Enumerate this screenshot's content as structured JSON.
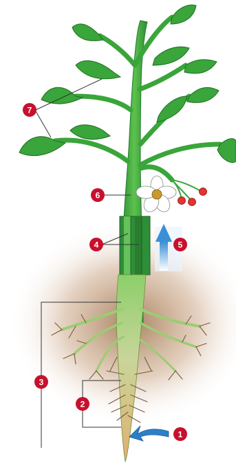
{
  "colors": {
    "leaf": "#3aa53a",
    "leaf_dark": "#1f6f24",
    "stem": "#4fb848",
    "stem_dark": "#1e7a2d",
    "root": "#a9d18e",
    "root_hair": "#5a3a1e",
    "soil_glow": "#9b6a3d",
    "marker": "#c8102e",
    "leader": "#333333",
    "arrow_blue": "#3a8fd6",
    "arrow_light": "#bfe2ff",
    "flower_petal": "#ffffff",
    "flower_center": "#c89a2e",
    "berry": "#e3342f"
  },
  "markers": [
    {
      "id": "marker-1",
      "label": "1"
    },
    {
      "id": "marker-2",
      "label": "2"
    },
    {
      "id": "marker-3",
      "label": "3"
    },
    {
      "id": "marker-4",
      "label": "4"
    },
    {
      "id": "marker-5",
      "label": "5"
    },
    {
      "id": "marker-6",
      "label": "6"
    },
    {
      "id": "marker-7",
      "label": "7"
    }
  ]
}
